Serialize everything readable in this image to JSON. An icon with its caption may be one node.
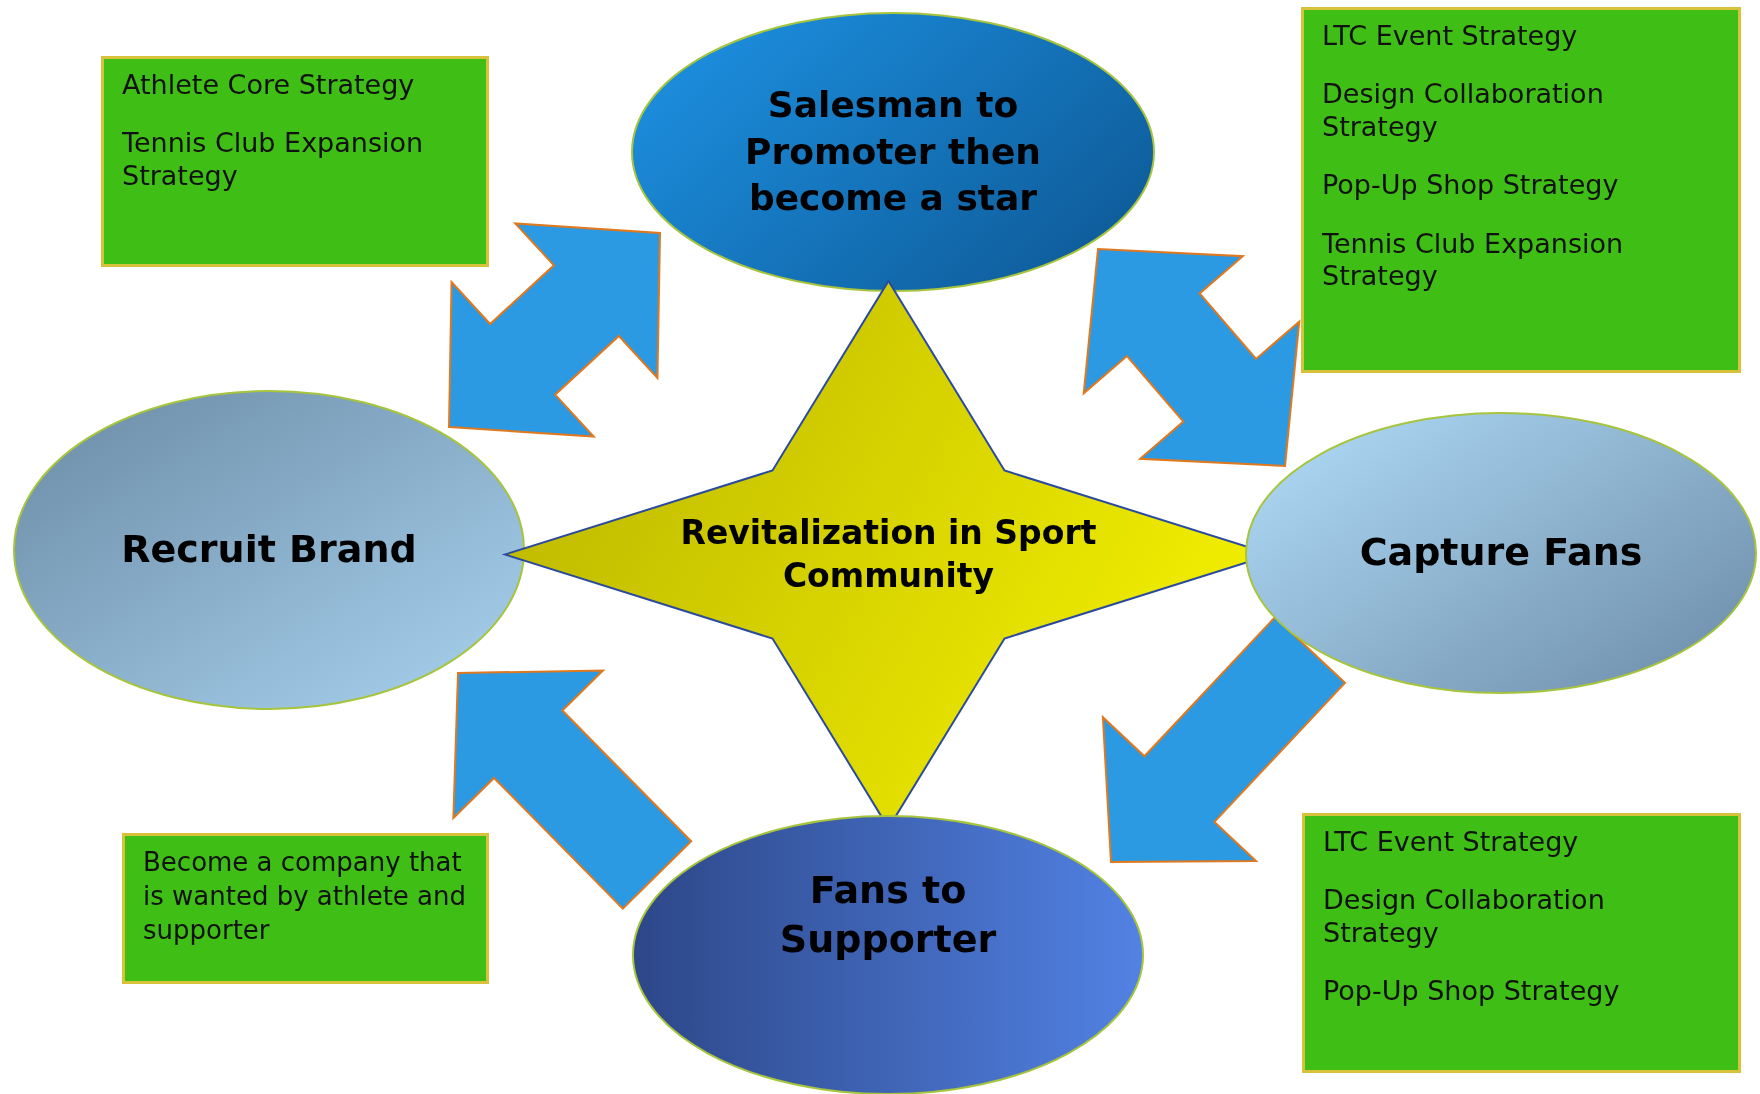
{
  "diagram": {
    "nodes": [
      {
        "text": [
          "Athlete Core Strategy",
          "Tennis Club Expansion Strategy"
        ]
      },
      {
        "text": [
          "Salesman to Promoter then become a star"
        ]
      },
      {
        "text": [
          "LTC Event Strategy",
          "Design Collaboration Strategy",
          "Pop-Up Shop Strategy",
          "Tennis Club Expansion Strategy"
        ]
      },
      {
        "text": [
          "Recruit Brand"
        ]
      },
      {
        "text": [
          "Revitalization in Sport Community"
        ]
      },
      {
        "text": [
          "Capture Fans"
        ]
      },
      {
        "text": [
          "Become a company that is wanted by athlete and supporter"
        ]
      },
      {
        "text": [
          "Fans to Supporter"
        ]
      },
      {
        "text": [
          "LTC Event Strategy",
          "Design Collaboration Strategy",
          "Pop-Up Shop Strategy"
        ]
      }
    ],
    "edges": [
      {
        "from": 3,
        "to": 1,
        "arrow": "both"
      },
      {
        "from": 1,
        "to": 5,
        "arrow": "both"
      },
      {
        "from": 5,
        "to": 7,
        "arrow": "to"
      },
      {
        "from": 7,
        "to": 3,
        "arrow": "to"
      }
    ]
  }
}
